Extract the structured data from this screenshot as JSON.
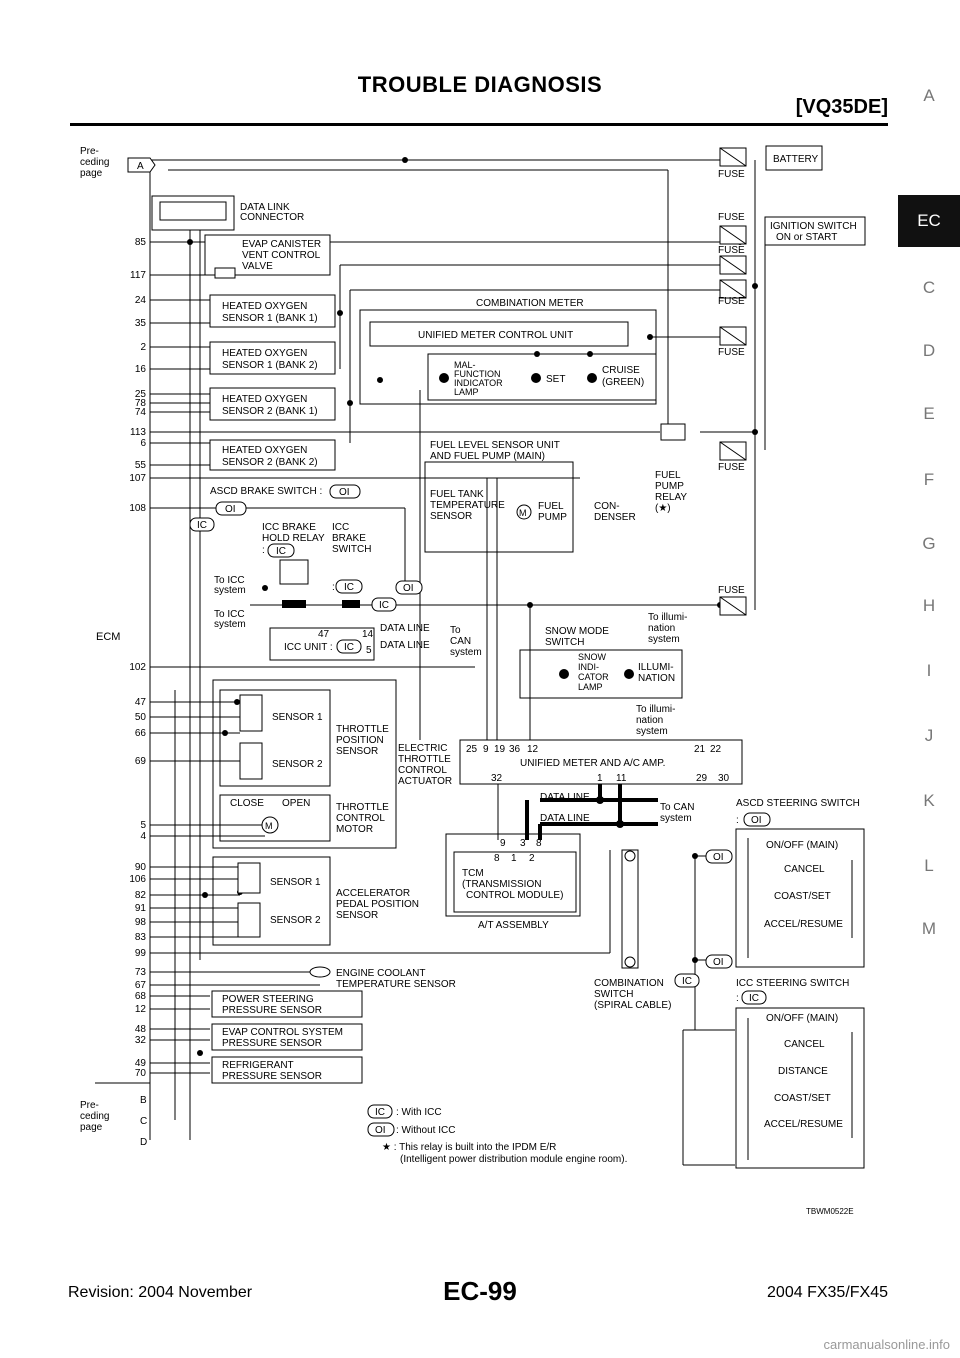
{
  "header": {
    "title": "TROUBLE DIAGNOSIS",
    "engine": "[VQ35DE]"
  },
  "side_tabs": [
    "A",
    "EC",
    "C",
    "D",
    "E",
    "F",
    "G",
    "H",
    "I",
    "J",
    "K",
    "L",
    "M"
  ],
  "active_tab": "EC",
  "diagram": {
    "preceding_top": [
      "Pre-",
      "ceding",
      "page"
    ],
    "preceding_bottom": [
      "Pre-",
      "ceding",
      "page"
    ],
    "connector_a": "A",
    "connectors_bottom": [
      "B",
      "C",
      "D"
    ],
    "ecm_label": "ECM",
    "pins_top": [
      "85",
      "117",
      "24",
      "35",
      "2",
      "16",
      "25",
      "78",
      "74",
      "113",
      "6",
      "55",
      "107",
      "108"
    ],
    "pin_102": "102",
    "pins_throttle": [
      "47",
      "50",
      "66",
      "69"
    ],
    "pins_motor": [
      "5",
      "4"
    ],
    "pins_accel": [
      "90",
      "106",
      "82",
      "91",
      "98",
      "83",
      "99"
    ],
    "pins_bottom": [
      "73",
      "67",
      "68",
      "12",
      "48",
      "32",
      "49",
      "70"
    ],
    "dlc": [
      "DATA LINK",
      "CONNECTOR"
    ],
    "evap_vent": [
      "EVAP CANISTER",
      "VENT CONTROL",
      "VALVE"
    ],
    "ho2s_11": [
      "HEATED OXYGEN",
      "SENSOR 1 (BANK 1)"
    ],
    "ho2s_12": [
      "HEATED OXYGEN",
      "SENSOR 1 (BANK 2)"
    ],
    "ho2s_21": [
      "HEATED OXYGEN",
      "SENSOR 2 (BANK 1)"
    ],
    "ho2s_22": [
      "HEATED OXYGEN",
      "SENSOR 2 (BANK 2)"
    ],
    "battery": "BATTERY",
    "fuse": "FUSE",
    "ignition": [
      "IGNITION SWITCH",
      "ON or START"
    ],
    "combination_meter": "COMBINATION METER",
    "unified_meter_cu": "UNIFIED METER CONTROL UNIT",
    "mil": [
      "MAL-",
      "FUNCTION",
      "INDICATOR",
      "LAMP"
    ],
    "set": "SET",
    "cruise": [
      "CRUISE",
      "(GREEN)"
    ],
    "fuel_level": [
      "FUEL LEVEL SENSOR UNIT",
      "AND FUEL PUMP (MAIN)"
    ],
    "fuel_tank_temp": [
      "FUEL TANK",
      "TEMPERATURE",
      "SENSOR"
    ],
    "fuel_pump": [
      "FUEL",
      "PUMP"
    ],
    "condenser": [
      "CON-",
      "DENSER"
    ],
    "fuel_pump_relay": [
      "FUEL",
      "PUMP",
      "RELAY",
      "(★)"
    ],
    "ascd_brake": "ASCD BRAKE SWITCH :",
    "icc_hold": [
      "ICC BRAKE",
      "HOLD RELAY",
      ":"
    ],
    "icc_brake_sw": [
      "ICC",
      "BRAKE",
      "SWITCH",
      ":"
    ],
    "to_icc": [
      "To ICC",
      "system"
    ],
    "icc_unit": "ICC UNIT :",
    "icc_pins": [
      "47",
      "14",
      "5"
    ],
    "data_line": "DATA LINE",
    "to_can": [
      "To",
      "CAN",
      "system"
    ],
    "to_can2": [
      "To CAN",
      "system"
    ],
    "to_illum": [
      "To illumi-",
      "nation",
      "system"
    ],
    "snow_sw": [
      "SNOW MODE",
      "SWITCH"
    ],
    "snow_lamp": [
      "SNOW",
      "INDI-",
      "CATOR",
      "LAMP"
    ],
    "illumination": [
      "ILLUMI-",
      "NATION"
    ],
    "amp_pins_top": [
      "25",
      "9",
      "19",
      "36",
      "12",
      "21",
      "22"
    ],
    "amp_label": "UNIFIED METER AND A/C AMP.",
    "amp_pins_bottom": [
      "32",
      "1",
      "11",
      "29",
      "30"
    ],
    "throttle_s1": "SENSOR 1",
    "throttle_s2": "SENSOR 2",
    "tps": [
      "THROTTLE",
      "POSITION",
      "SENSOR"
    ],
    "etc": [
      "ELECTRIC",
      "THROTTLE",
      "CONTROL",
      "ACTUATOR"
    ],
    "close": "CLOSE",
    "open": "OPEN",
    "tcm_motor": [
      "THROTTLE",
      "CONTROL",
      "MOTOR"
    ],
    "apps_s1": "SENSOR 1",
    "apps_s2": "SENSOR 2",
    "apps": [
      "ACCELERATOR",
      "PEDAL POSITION",
      "SENSOR"
    ],
    "tcm_pins_top": [
      "9",
      "3",
      "8"
    ],
    "tcm_pins_bottom": [
      "8",
      "1",
      "2"
    ],
    "tcm": [
      "TCM",
      "(TRANSMISSION",
      "CONTROL MODULE)"
    ],
    "at_assembly": "A/T ASSEMBLY",
    "ascd_steer": "ASCD STEERING SWITCH",
    "icc_steer": "ICC STEERING SWITCH",
    "ascd_buttons": [
      "ON/OFF (MAIN)",
      "CANCEL",
      "COAST/SET",
      "ACCEL/RESUME"
    ],
    "icc_buttons": [
      "ON/OFF (MAIN)",
      "CANCEL",
      "DISTANCE",
      "COAST/SET",
      "ACCEL/RESUME"
    ],
    "combination_switch": [
      "COMBINATION",
      "SWITCH",
      "(SPIRAL CABLE)"
    ],
    "ect": [
      "ENGINE COOLANT",
      "TEMPERATURE SENSOR"
    ],
    "ps_press": [
      "POWER STEERING",
      "PRESSURE SENSOR"
    ],
    "evap_press": [
      "EVAP CONTROL SYSTEM",
      "PRESSURE SENSOR"
    ],
    "refrig": [
      "REFRIGERANT",
      "PRESSURE SENSOR"
    ],
    "tag_ic": "IC",
    "tag_oi": "OI",
    "colon": ":",
    "legend_ic": ": With ICC",
    "legend_oi": ": Without ICC",
    "legend_star": "★ : This relay is built into the IPDM E/R",
    "legend_star2": "(Intelligent power distribution module engine room).",
    "figure_id": "TBWM0522E"
  },
  "footer": {
    "revision": "Revision: 2004 November",
    "page": "EC-99",
    "model": "2004 FX35/FX45"
  },
  "watermark": "carmanualsonline.info"
}
